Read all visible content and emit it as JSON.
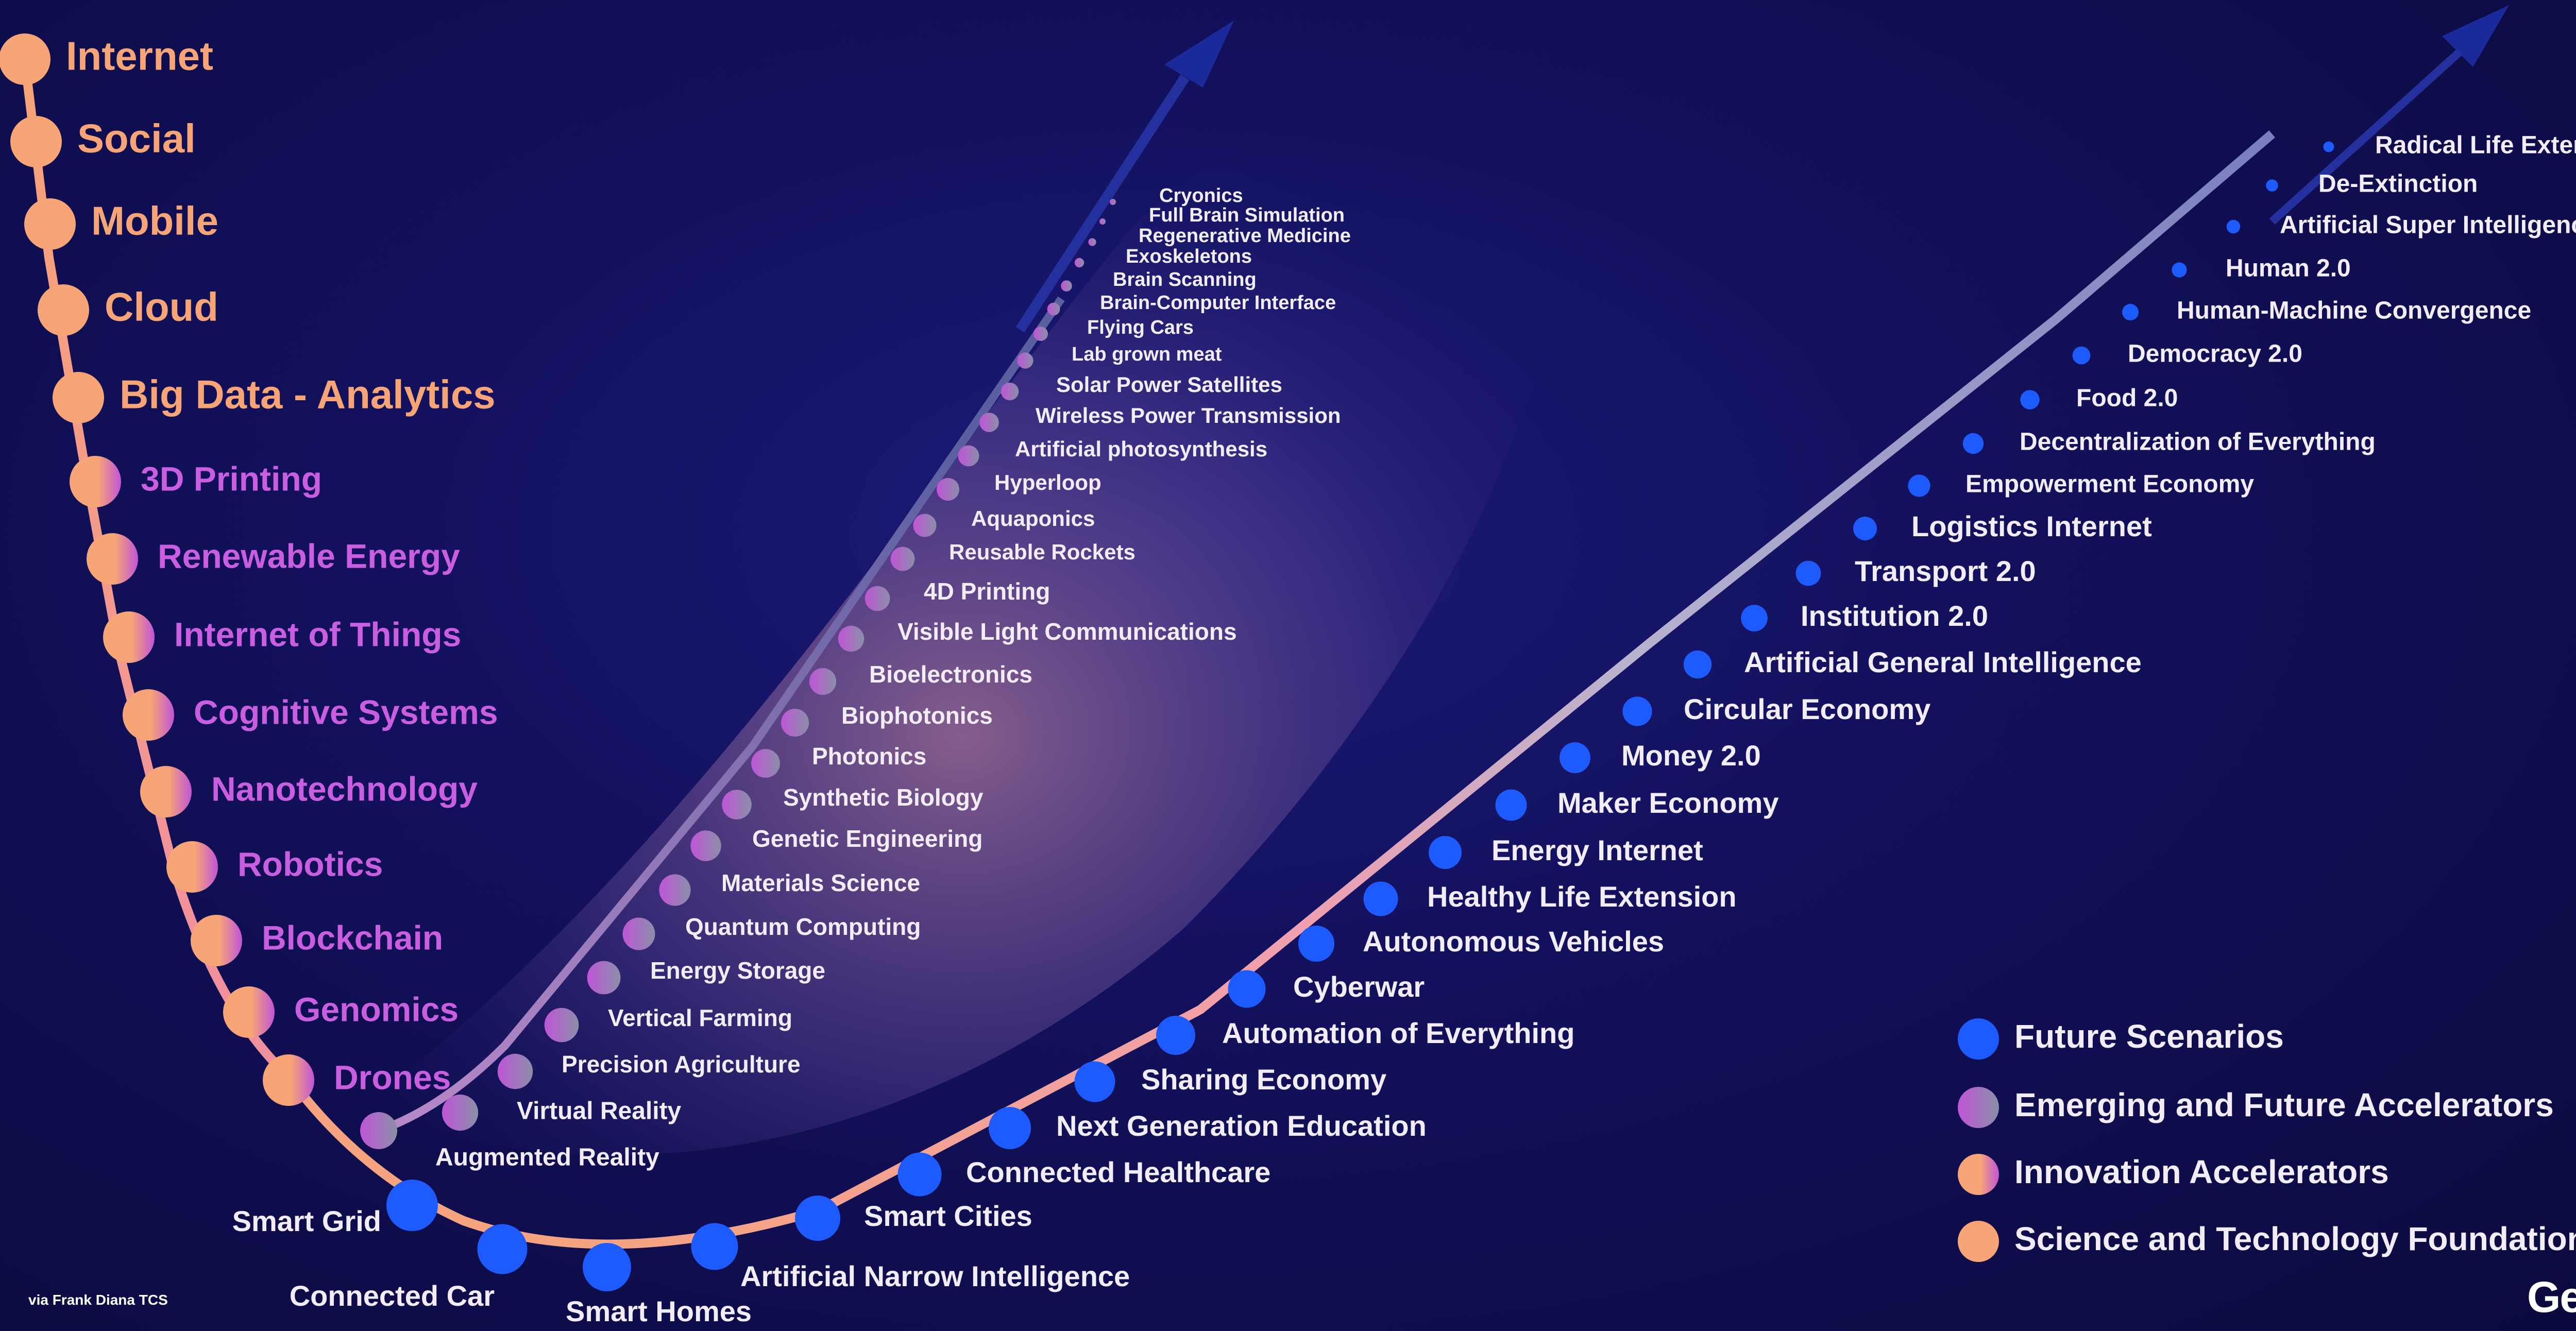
{
  "foundation": [
    "Internet",
    "Social",
    "Mobile",
    "Cloud",
    "Big Data - Analytics"
  ],
  "innovation": [
    "3D Printing",
    "Renewable Energy",
    "Internet of Things",
    "Cognitive Systems",
    "Nanotechnology",
    "Robotics",
    "Blockchain",
    "Genomics",
    "Drones"
  ],
  "emerging": [
    "Augmented Reality",
    "Virtual Reality",
    "Precision Agriculture",
    "Vertical Farming",
    "Energy Storage",
    "Quantum Computing",
    "Materials Science",
    "Genetic Engineering",
    "Synthetic Biology",
    "Photonics",
    "Biophotonics",
    "Bioelectronics",
    "Visible Light Communications",
    "4D Printing",
    "Reusable Rockets",
    "Aquaponics",
    "Hyperloop",
    "Artificial photosynthesis",
    "Wireless Power Transmission",
    "Solar Power Satellites",
    "Lab grown meat",
    "Flying Cars",
    "Brain-Computer Interface",
    "Brain Scanning",
    "Exoskeletons",
    "Regenerative Medicine",
    "Full Brain Simulation",
    "Cryonics"
  ],
  "scenarios": [
    "Smart Grid",
    "Connected Car",
    "Smart Homes",
    "Artificial Narrow Intelligence",
    "Smart Cities",
    "Connected Healthcare",
    "Next Generation Education",
    "Sharing Economy",
    "Automation of Everything",
    "Cyberwar",
    "Autonomous Vehicles",
    "Healthy Life Extension",
    "Energy Internet",
    "Maker Economy",
    "Money 2.0",
    "Circular Economy",
    "Artificial General Intelligence",
    "Institution 2.0",
    "Transport 2.0",
    "Logistics Internet",
    "Empowerment Economy",
    "Decentralization of Everything",
    "Food 2.0",
    "Democracy 2.0",
    "Human-Machine Convergence",
    "Human 2.0",
    "Artificial Super Intelligence",
    "De-Extinction",
    "Radical Life Extension"
  ],
  "legend": [
    {
      "label": "Future Scenarios",
      "color": "#1e5bff"
    },
    {
      "label": "Emerging and Future Accelerators",
      "color": "#b24fd1"
    },
    {
      "label": "Innovation Accelerators",
      "color": "#f49bb5"
    },
    {
      "label": "Science and Technology Foundation",
      "color": "#f7a477"
    }
  ],
  "colors": {
    "foundation": "#f7a477",
    "innovation": "#c95ee0",
    "emerging": "#ffffff",
    "scenario": "#ffffff"
  },
  "footer": {
    "credit": "via Frank Diana TCS",
    "brand": "Gerd"
  }
}
